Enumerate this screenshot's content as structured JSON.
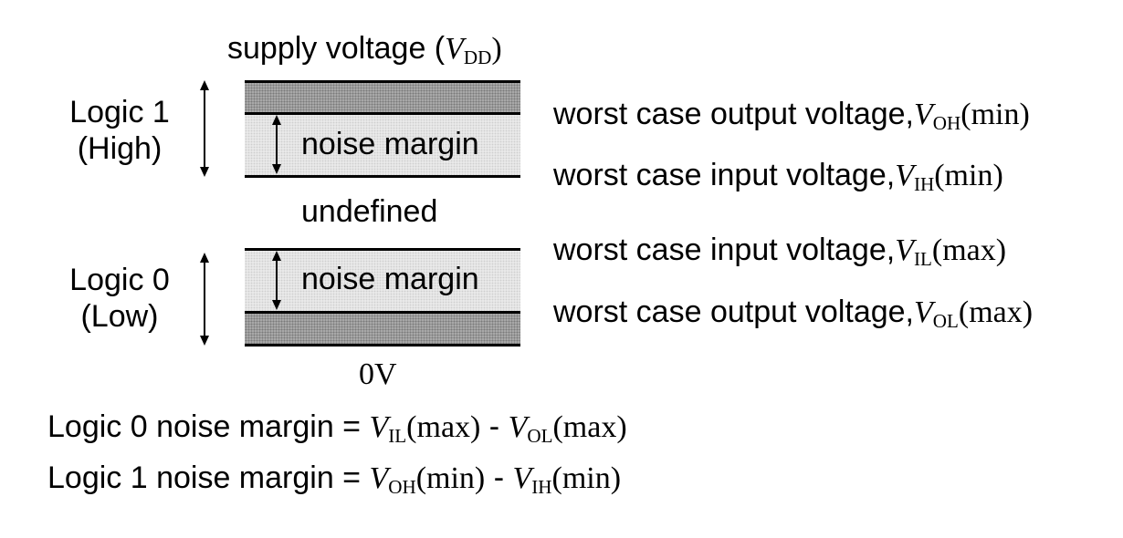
{
  "supply": {
    "text": "supply voltage (",
    "var": "V",
    "sub": "DD",
    "close": ")"
  },
  "logic1": {
    "line1": "Logic 1",
    "line2": "(High)"
  },
  "logic0": {
    "line1": "Logic 0",
    "line2": "(Low)"
  },
  "noise_margin_label": "noise margin",
  "undefined_label": "undefined",
  "ground_label": "0V",
  "levels": {
    "voh": {
      "text": "worst case output voltage,",
      "var": "V",
      "sub": "OH",
      "tail": "(min)"
    },
    "vih": {
      "text": "worst case input voltage,",
      "var": "V",
      "sub": "IH",
      "tail": "(min)"
    },
    "vil": {
      "text": "worst case input voltage,",
      "var": "V",
      "sub": "IL",
      "tail": "(max)"
    },
    "vol": {
      "text": "worst case output voltage,",
      "var": "V",
      "sub": "OL",
      "tail": "(max)"
    }
  },
  "formula0": {
    "lhs": "Logic 0 noise margin = ",
    "a_var": "V",
    "a_sub": "IL",
    "a_tail": "(max)",
    "minus": " - ",
    "b_var": "V",
    "b_sub": "OL",
    "b_tail": "(max)"
  },
  "formula1": {
    "lhs": "Logic 1 noise margin = ",
    "a_var": "V",
    "a_sub": "OH",
    "a_tail": "(min)",
    "minus": " - ",
    "b_var": "V",
    "b_sub": "IH",
    "b_tail": "(min)"
  },
  "colors": {
    "band_dark": "#a8a8a8",
    "band_light": "#e9e9e9",
    "line": "#000000"
  }
}
